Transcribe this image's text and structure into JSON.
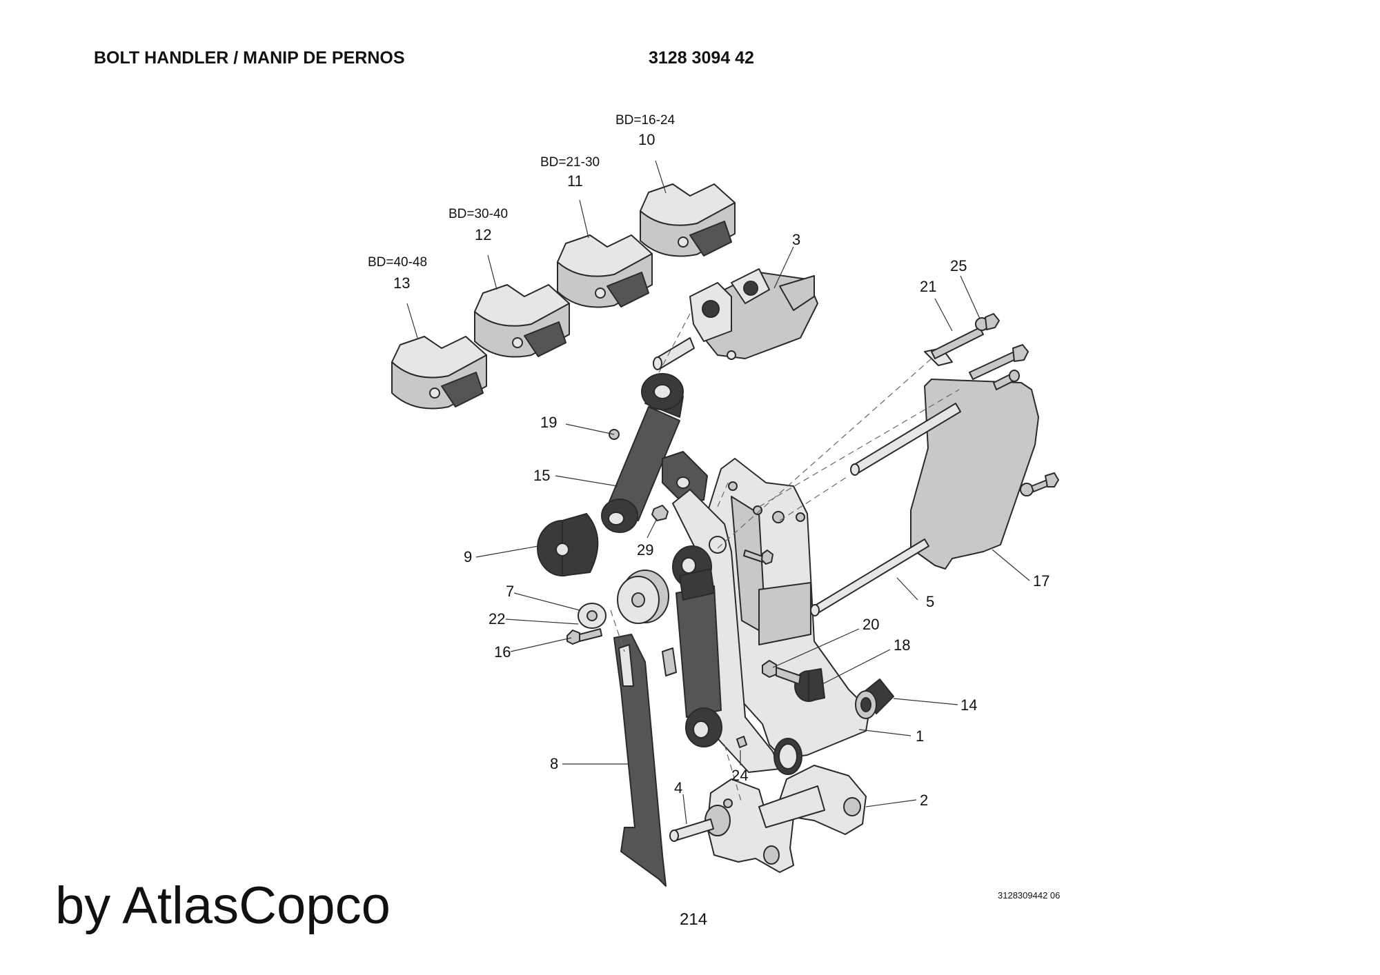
{
  "header": {
    "title": "BOLT HANDLER / MANIP DE PERNOS",
    "part_number": "3128 3094 42"
  },
  "callouts": [
    "1",
    "2",
    "3",
    "4",
    "5",
    "7",
    "8",
    "9",
    "10",
    "11",
    "12",
    "13",
    "14",
    "15",
    "16",
    "17",
    "18",
    "19",
    "20",
    "21",
    "22",
    "24",
    "25",
    "29"
  ],
  "bd_ranges": {
    "p10": "BD=16-24",
    "p11": "BD=21-30",
    "p12": "BD=30-40",
    "p13": "BD=40-48"
  },
  "footer": {
    "brand": "by AtlasCopco",
    "page": "214",
    "drawing_ref": "3128309442 06"
  }
}
